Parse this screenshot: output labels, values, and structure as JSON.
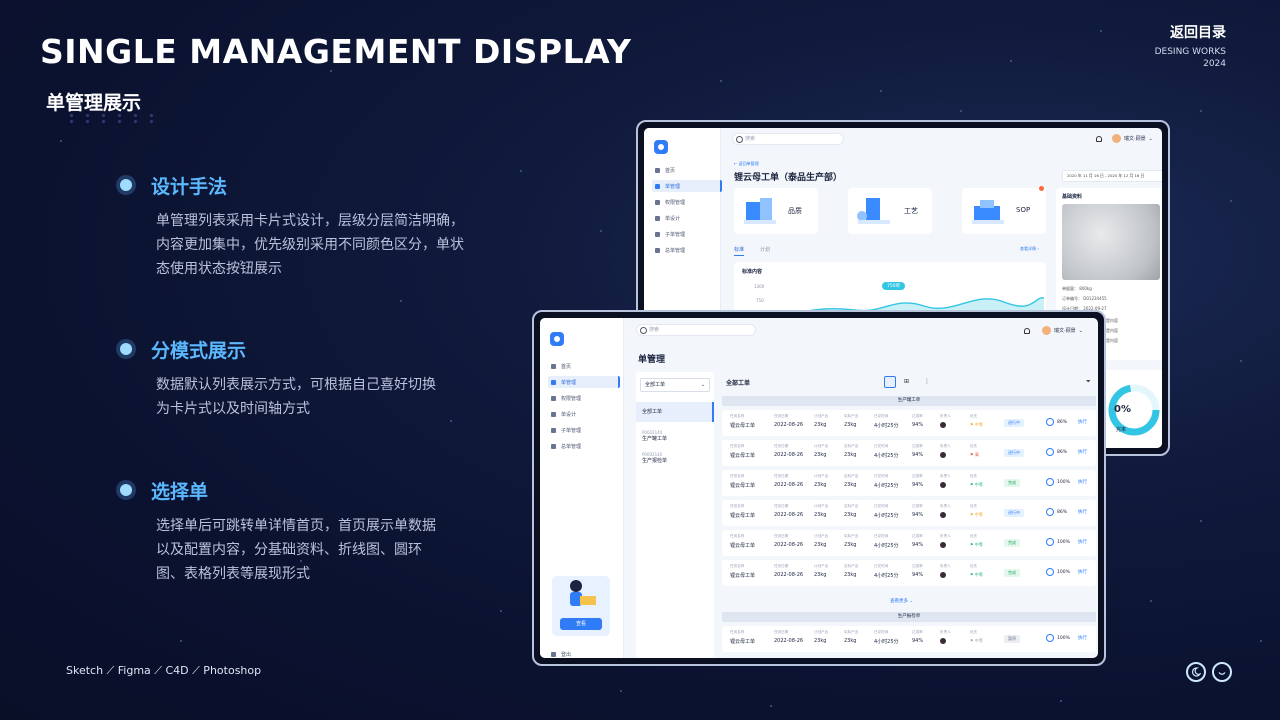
{
  "header": {
    "title": "SINGLE MANAGEMENT DISPLAY",
    "subtitle": "单管理展示",
    "back_label": "返回目录",
    "brand_line": "DESING WORKS",
    "year": "2024"
  },
  "features": [
    {
      "title": "设计手法",
      "text": "单管理列表采用卡片式设计，层级分层简洁明确，内容更加集中，优先级别采用不同颜色区分，单状态使用状态按钮展示"
    },
    {
      "title": "分模式展示",
      "text": "数据默认列表展示方式，可根据自己喜好切换为卡片式以及时间轴方式"
    },
    {
      "title": "选择单",
      "text": "选择单后可跳转单详情首页，首页展示单数据以及配置内容，分基础资料、折线图、圆环图、表格列表等展现形式"
    }
  ],
  "tools": "Sketch  ⟋  Figma  ⟋  C4D  ⟋  Photoshop",
  "colors": {
    "accent": "#5bb8ff",
    "primary": "#2f7cf6",
    "bg": "#0b1230"
  },
  "back_device": {
    "search_placeholder": "搜索",
    "user": "瑞文·顾景",
    "back_link": "← 返回单管理",
    "page_title": "锂云母工单（泰品生产部）",
    "date_range": "2020 年 11 月 16 日 - 2020 年 12 月 16 日",
    "nav": [
      "首页",
      "单管理",
      "权限管理",
      "单设计",
      "子单管理",
      "总单管理"
    ],
    "modules": [
      "品质",
      "工艺",
      "SOP"
    ],
    "tabs": [
      "标准",
      "计划"
    ],
    "more_link": "查看详情 ›",
    "chart_title": "标准内容",
    "chart_tooltip": "750单",
    "y_ticks": [
      "1300",
      "750",
      "500"
    ],
    "info_title": "基础资料",
    "info_rows": [
      "单据量：    800kg",
      "订单编号：    D01234455",
      "设计日期：    2022-09-27"
    ],
    "info_notes": [
      "这是内容这是内容",
      "这是内容这是内容",
      "这是内容这是内容"
    ],
    "ring_value": "0%",
    "ring_label": "完率"
  },
  "front_device": {
    "search_placeholder": "搜索",
    "user": "瑞文·顾景",
    "page_title": "单管理",
    "nav": [
      "首页",
      "单管理",
      "权限管理",
      "单设计",
      "子单管理",
      "总单管理"
    ],
    "filter_select": "全部工单",
    "list_items": [
      {
        "code": "",
        "name": "全部工单"
      },
      {
        "code": "P0002140",
        "name": "生产罐工单"
      },
      {
        "code": "P0002140",
        "name": "生产报检单"
      }
    ],
    "list_header": "全部工单",
    "group1": "生产罐工单",
    "group2": "生产报检单",
    "more": "查看更多  ⌄",
    "promo_button": "查看",
    "logout": "登出",
    "col_labels": [
      "任务名称",
      "任务日期",
      "计划产出",
      "实际产出",
      "已花时间",
      "达成率",
      "负责人",
      "优先"
    ],
    "rows": [
      {
        "name": "锂云母工单",
        "date": "2022-08-26",
        "plan": "23kg",
        "actual": "23kg",
        "time": "4小时25分",
        "rate": "94%",
        "prio": "中等",
        "prio_color": "#f5a623",
        "status": "进行中",
        "status_bg": "#e4f1ff",
        "status_fg": "#2f7cf6",
        "progress": "86%",
        "action": "执行"
      },
      {
        "name": "锂云母工单",
        "date": "2022-08-26",
        "plan": "23kg",
        "actual": "23kg",
        "time": "4小时25分",
        "rate": "94%",
        "prio": "高",
        "prio_color": "#e24b4b",
        "status": "进行中",
        "status_bg": "#e4f1ff",
        "status_fg": "#2f7cf6",
        "progress": "86%",
        "action": "执行"
      },
      {
        "name": "锂云母工单",
        "date": "2022-08-26",
        "plan": "23kg",
        "actual": "23kg",
        "time": "4小时25分",
        "rate": "94%",
        "prio": "中等",
        "prio_color": "#22b573",
        "status": "完成",
        "status_bg": "#e3f7ec",
        "status_fg": "#22a565",
        "progress": "100%",
        "action": "执行"
      },
      {
        "name": "锂云母工单",
        "date": "2022-08-26",
        "plan": "23kg",
        "actual": "23kg",
        "time": "4小时25分",
        "rate": "94%",
        "prio": "中等",
        "prio_color": "#f5a623",
        "status": "进行中",
        "status_bg": "#e4f1ff",
        "status_fg": "#2f7cf6",
        "progress": "86%",
        "action": "执行"
      },
      {
        "name": "锂云母工单",
        "date": "2022-08-26",
        "plan": "23kg",
        "actual": "23kg",
        "time": "4小时25分",
        "rate": "94%",
        "prio": "中等",
        "prio_color": "#22b573",
        "status": "完成",
        "status_bg": "#e3f7ec",
        "status_fg": "#22a565",
        "progress": "100%",
        "action": "执行"
      },
      {
        "name": "锂云母工单",
        "date": "2022-08-26",
        "plan": "23kg",
        "actual": "23kg",
        "time": "4小时25分",
        "rate": "94%",
        "prio": "中等",
        "prio_color": "#22b573",
        "status": "完成",
        "status_bg": "#e3f7ec",
        "status_fg": "#22a565",
        "progress": "100%",
        "action": "执行"
      },
      {
        "name": "锂云母工单",
        "date": "2022-08-26",
        "plan": "23kg",
        "actual": "23kg",
        "time": "4小时25分",
        "rate": "94%",
        "prio": "中等",
        "prio_color": "#9aa3b8",
        "status": "暂停",
        "status_bg": "#eceef3",
        "status_fg": "#6b7386",
        "progress": "100%",
        "action": "执行"
      }
    ]
  }
}
